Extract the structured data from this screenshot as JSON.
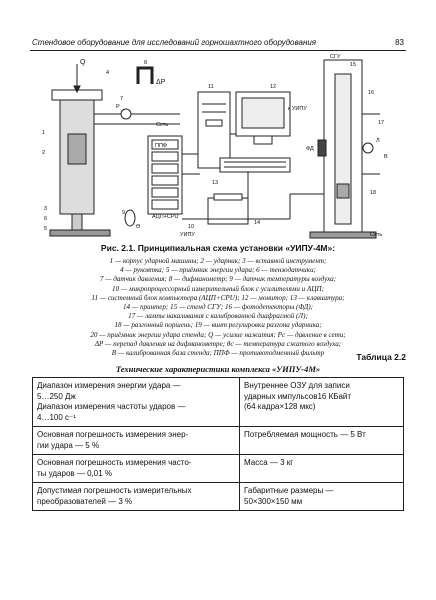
{
  "header": {
    "running_title": "Стендовое оборудование для исследований горношахтного оборудования",
    "page_number": "83"
  },
  "figure": {
    "labels": {
      "q": "Q",
      "delta_p": "ΔP",
      "sgu": "СГУ",
      "k_uipu": "к УИПУ",
      "set1": "Сеть",
      "set2": "Сеть",
      "fd": "ФД",
      "l": "Л",
      "b": "В",
      "uipu": "УИПУ",
      "acp": "АЦП+СРU",
      "ppf": "ППФ",
      "p_c": "P",
      "theta": "Θ",
      "n1": "1",
      "n2": "2",
      "n3": "3",
      "n4": "4",
      "n5": "5",
      "n6": "6",
      "n7": "7",
      "n8": "8",
      "n9": "9",
      "n10": "10",
      "n11": "11",
      "n12": "12",
      "n13": "13",
      "n14": "14",
      "n15": "15",
      "n16": "16",
      "n17": "17",
      "n18": "18"
    },
    "caption": "Рис. 2.1. Принципиальная схема установки «УИПУ-4М»:",
    "legend": [
      "1 — корпус ударной машины; 2 — ударник; 3 — вставной инструмент;",
      "4 — рукоятка; 5 — приёмник энергии удара; 6 — тензодатчики;",
      "7 — датчик давления; 8 — дифманометр; 9 — датчик температуры воздуха;",
      "10 — микропроцессорный измерительный блок с усилителями и АЦП;",
      "11 — системный блок компьютера (АЦП+CPU); 12 — монитор; 13 — клавиатура;",
      "14 — принтер; 15 — стенд СГУ; 16 — фотодетекторы (ФД);",
      "17 — лампы накаливания с калиброванной диафрагмой (Л);",
      "18 — разгонный поршень; 19 — винт регулировки разгона ударника;",
      "20 — приёмник энергии удара стенда; Q — усилие нажатия; Pc — давление в сети;",
      "ΔP — перепад давления на дифманометре; θc — температура сжатого воздуха;",
      "В — калиброванная база стенда; ППФ — противоподменный фильтр"
    ]
  },
  "table": {
    "number": "Таблица 2.2",
    "title": "Технические характеристики комплекса «УИПУ-4М»",
    "rows": [
      {
        "left": [
          "Диапазон измерения энергии удара —",
          "5…250 Дж",
          "Диапазон измерения частоты ударов —",
          "4…100 с⁻¹"
        ],
        "right": [
          "Внутреннее ОЗУ для записи",
          "ударных импульсов16 КБайт",
          "(64 кадра×128 мкс)"
        ]
      },
      {
        "left": [
          "Основная погрешность измерения энер-",
          "гии удара — 5 %"
        ],
        "right": [
          "Потребляемая мощность — 5 Вт"
        ]
      },
      {
        "left": [
          "Основная погрешность измерения часто-",
          "ты ударов — 0,01 %"
        ],
        "right": [
          "Масса — 3 кг"
        ]
      },
      {
        "left": [
          "Допустимая погрешность измерительных",
          "преобразователей — 3 %"
        ],
        "right": [
          "Габаритные размеры —",
          "50×300×150 мм"
        ]
      }
    ]
  }
}
